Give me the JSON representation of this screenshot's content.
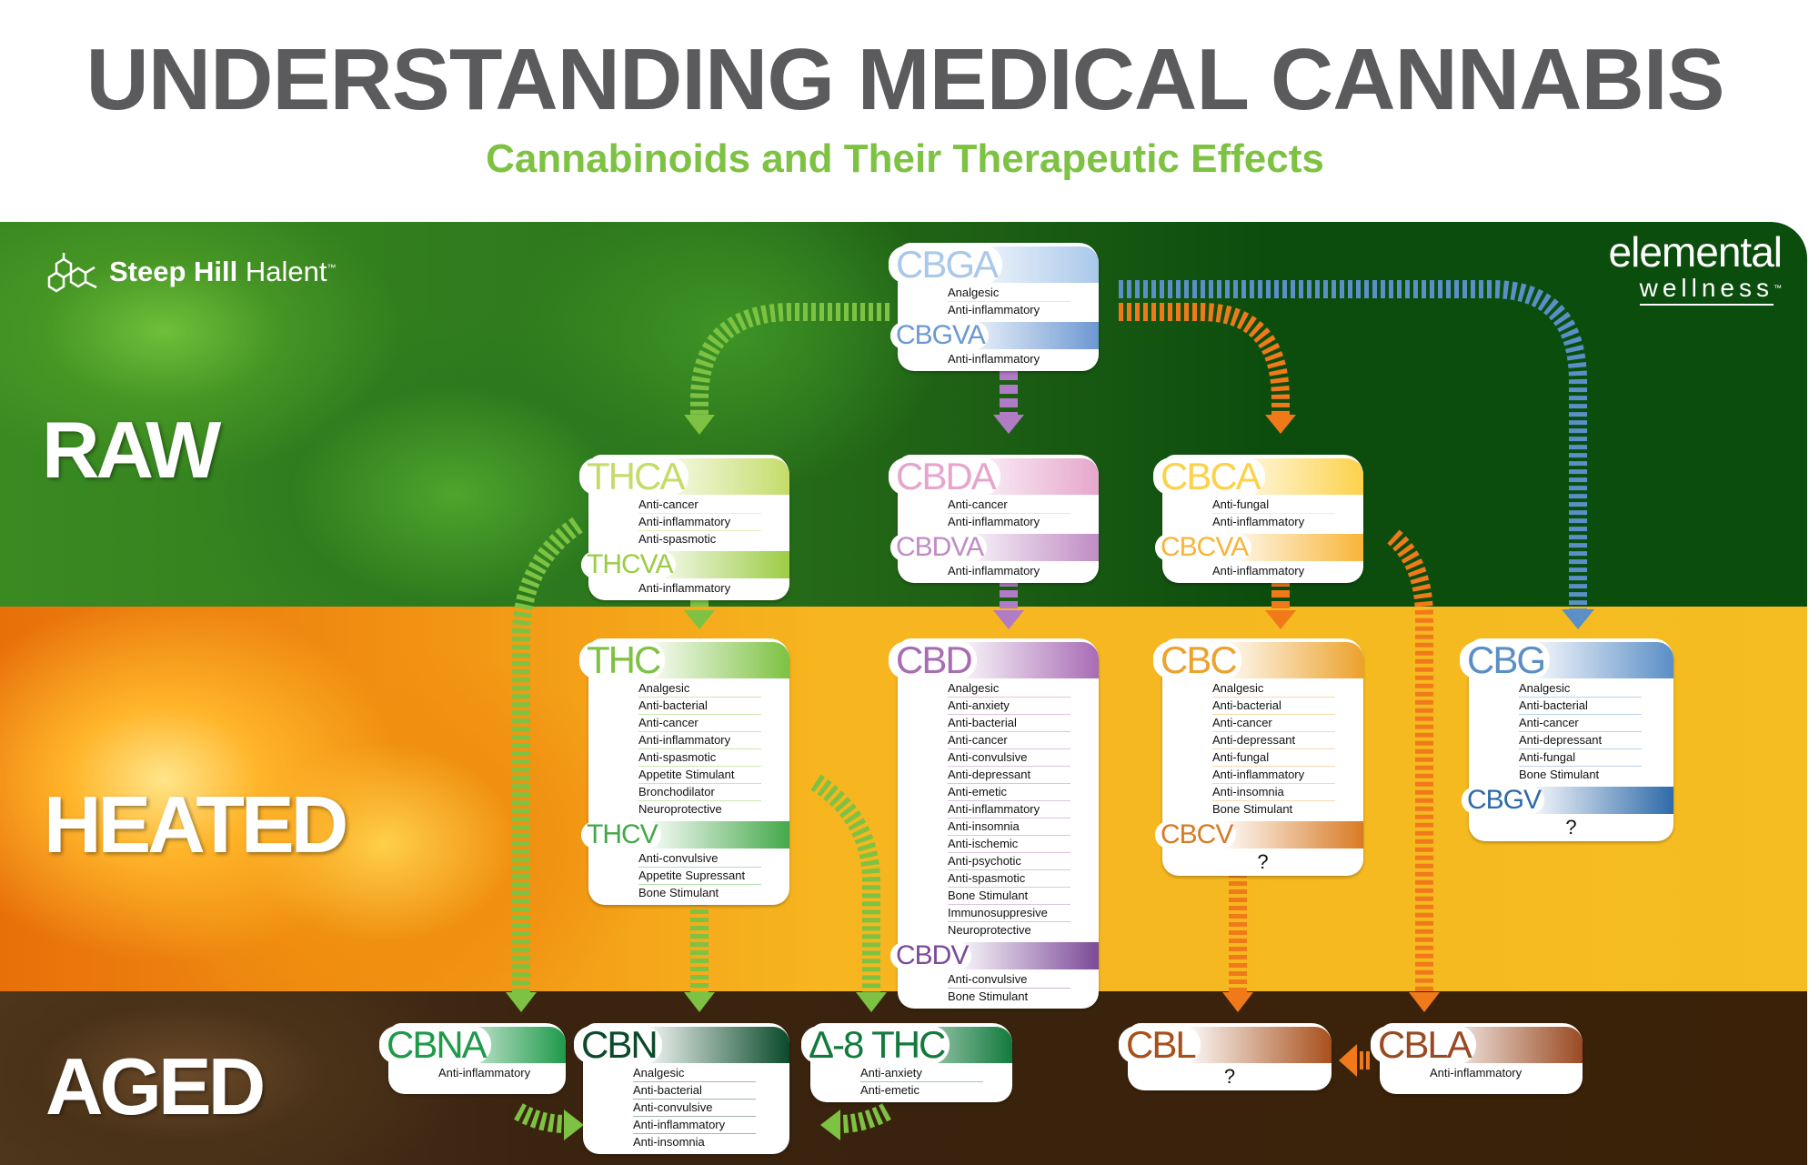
{
  "header": {
    "title": "UNDERSTANDING MEDICAL CANNABIS",
    "subtitle": "Cannabinoids and Their Therapeutic Effects"
  },
  "logos": {
    "left_bold": "Steep Hill",
    "left_light": "Halent",
    "left_tm": "™",
    "right_top": "elemental",
    "right_bottom": "wellness",
    "right_tm": "™"
  },
  "stages": {
    "raw": "RAW",
    "heated": "HEATED",
    "aged": "AGED"
  },
  "colors": {
    "raw_bg": "#0a4d0c",
    "heated_bg": "#f5bd22",
    "aged_bg": "#3a2108",
    "arrow_green": "#7dc242",
    "arrow_purple": "#b07cc6",
    "arrow_orange": "#f07a1a",
    "arrow_blue": "#5a8fc8"
  },
  "cards": [
    {
      "id": "cbga",
      "name": "CBGA",
      "color": "#a9c8ea",
      "items": [
        "Analgesic",
        "Anti-inflammatory"
      ],
      "sub": {
        "name": "CBGVA",
        "color": "#6c98d2",
        "items": [
          "Anti-inflammatory"
        ]
      }
    },
    {
      "id": "thca",
      "name": "THCA",
      "color": "#c4dc6a",
      "items": [
        "Anti-cancer",
        "Anti-inflammatory",
        "Anti-spasmotic"
      ],
      "sub": {
        "name": "THCVA",
        "color": "#9ccc45",
        "items": [
          "Anti-inflammatory"
        ]
      }
    },
    {
      "id": "cbda",
      "name": "CBDA",
      "color": "#e6a6cc",
      "items": [
        "Anti-cancer",
        "Anti-inflammatory"
      ],
      "sub": {
        "name": "CBDVA",
        "color": "#c08cc4",
        "items": [
          "Anti-inflammatory"
        ]
      }
    },
    {
      "id": "cbca",
      "name": "CBCA",
      "color": "#fcd24a",
      "items": [
        "Anti-fungal",
        "Anti-inflammatory"
      ],
      "sub": {
        "name": "CBCVA",
        "color": "#f8b538",
        "items": [
          "Anti-inflammatory"
        ]
      }
    },
    {
      "id": "thc",
      "name": "THC",
      "color": "#7dc242",
      "items": [
        "Analgesic",
        "Anti-bacterial",
        "Anti-cancer",
        "Anti-inflammatory",
        "Anti-spasmotic",
        "Appetite Stimulant",
        "Bronchodilator",
        "Neuroprotective"
      ],
      "sub": {
        "name": "THCV",
        "color": "#44a84a",
        "items": [
          "Anti-convulsive",
          "Appetite Supressant",
          "Bone Stimulant"
        ]
      }
    },
    {
      "id": "cbd",
      "name": "CBD",
      "color": "#a86cb4",
      "items": [
        "Analgesic",
        "Anti-anxiety",
        "Anti-bacterial",
        "Anti-cancer",
        "Anti-convulsive",
        "Anti-depressant",
        "Anti-emetic",
        "Anti-inflammatory",
        "Anti-insomnia",
        "Anti-ischemic",
        "Anti-psychotic",
        "Anti-spasmotic",
        "Bone Stimulant",
        "Immunosuppresive",
        "Neuroprotective"
      ],
      "sub": {
        "name": "CBDV",
        "color": "#7c4a98",
        "items": [
          "Anti-convulsive",
          "Bone Stimulant"
        ]
      }
    },
    {
      "id": "cbc",
      "name": "CBC",
      "color": "#eca22c",
      "items": [
        "Analgesic",
        "Anti-bacterial",
        "Anti-cancer",
        "Anti-depressant",
        "Anti-fungal",
        "Anti-inflammatory",
        "Anti-insomnia",
        "Bone Stimulant"
      ],
      "sub": {
        "name": "CBCV",
        "color": "#d87a24",
        "items": [],
        "unknown": "?"
      }
    },
    {
      "id": "cbg",
      "name": "CBG",
      "color": "#5a8ec6",
      "items": [
        "Analgesic",
        "Anti-bacterial",
        "Anti-cancer",
        "Anti-depressant",
        "Anti-fungal",
        "Bone Stimulant"
      ],
      "sub": {
        "name": "CBGV",
        "color": "#2e6aaa",
        "items": [],
        "unknown": "?"
      }
    },
    {
      "id": "cbna",
      "name": "CBNA",
      "color": "#1e9a4a",
      "items": [
        "Anti-inflammatory"
      ]
    },
    {
      "id": "cbn",
      "name": "CBN",
      "color": "#0a4a2a",
      "items": [
        "Analgesic",
        "Anti-bacterial",
        "Anti-convulsive",
        "Anti-inflammatory",
        "Anti-insomnia"
      ]
    },
    {
      "id": "d8thc",
      "name": "Δ-8 THC",
      "color": "#127a3c",
      "items": [
        "Anti-anxiety",
        "Anti-emetic"
      ]
    },
    {
      "id": "cbl",
      "name": "CBL",
      "color": "#a8501c",
      "items": [],
      "unknown": "?"
    },
    {
      "id": "cbla",
      "name": "CBLA",
      "color": "#9a4a22",
      "items": [
        "Anti-inflammatory"
      ]
    }
  ]
}
